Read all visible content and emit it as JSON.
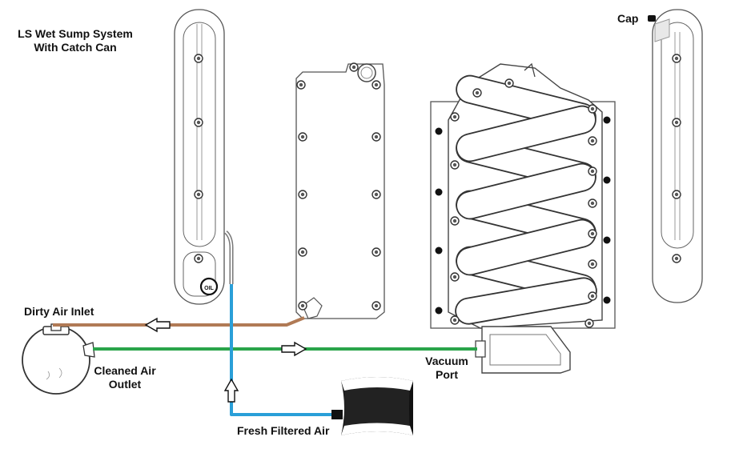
{
  "title": {
    "line1": "LS Wet Sump System",
    "line2": "With Catch Can"
  },
  "labels": {
    "cap": "Cap",
    "dirty_air_inlet": "Dirty Air Inlet",
    "cleaned_air_outlet_line1": "Cleaned Air",
    "cleaned_air_outlet_line2": "Outlet",
    "vacuum_port_line1": "Vacuum",
    "vacuum_port_line2": "Port",
    "fresh_filtered_air": "Fresh Filtered Air",
    "oil_cap_text": "OIL"
  },
  "colors": {
    "dirty_hose": "#b07a55",
    "clean_hose": "#2aa44a",
    "fresh_hose": "#2a9fd8",
    "filter_body": "#111111",
    "part_outline": "#555555"
  },
  "icons": {
    "flow_arrow": "arrow-icon",
    "bolt": "bolt-icon"
  }
}
